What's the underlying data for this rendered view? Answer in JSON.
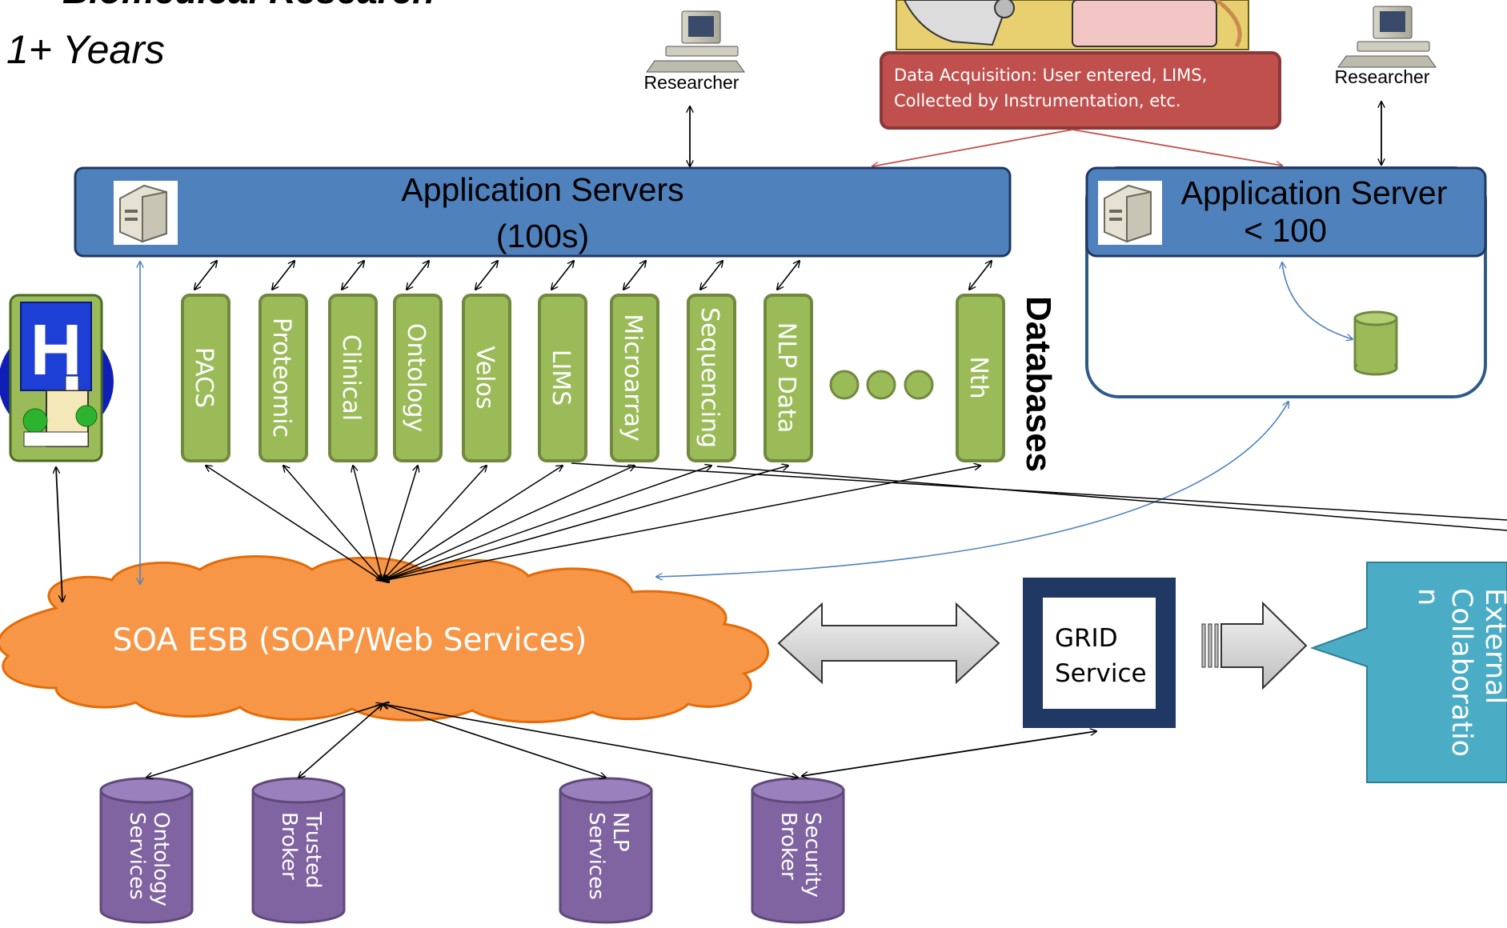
{
  "header": {
    "title_partial": "Biomedical Research",
    "subtitle": "1+ Years"
  },
  "nodes": {
    "researcher_left": "Researcher",
    "researcher_right": "Researcher",
    "data_acquisition": "Data Acquisition: User entered, LIMS, Collected by Instrumentation, etc.",
    "app_servers_line1": "Application Servers",
    "app_servers_line2": "(100s)",
    "app_server_line1": "Application Server",
    "app_server_line2": "< 100",
    "databases_label": "Databases",
    "soa_esb": "SOA ESB (SOAP/Web Services)",
    "grid_line1": "GRID",
    "grid_line2": "Service",
    "external_line1": "External",
    "external_line2": "Collaboratio",
    "external_line3": "n"
  },
  "databases": [
    "PACS",
    "Proteomic",
    "Clinical",
    "Ontology",
    "Velos",
    "LIMS",
    "Microarray",
    "Sequencing",
    "NLP Data",
    "Nth"
  ],
  "services": [
    {
      "line1": "Ontology",
      "line2": "Services"
    },
    {
      "line1": "Trusted",
      "line2": "Broker"
    },
    {
      "line1": "NLP",
      "line2": "Services"
    },
    {
      "line1": "Security",
      "line2": "Broker"
    }
  ],
  "colors": {
    "db_green": "#9bbb59",
    "db_green_border": "#71893f",
    "server_blue": "#4f81bd",
    "server_blue_border": "#1f3864",
    "acquisition_red": "#c0504d",
    "acquisition_border": "#8c3836",
    "cloud_orange": "#f79646",
    "service_purple": "#8064a2",
    "grid_navy": "#1f3864",
    "external_teal": "#4bacc6"
  }
}
